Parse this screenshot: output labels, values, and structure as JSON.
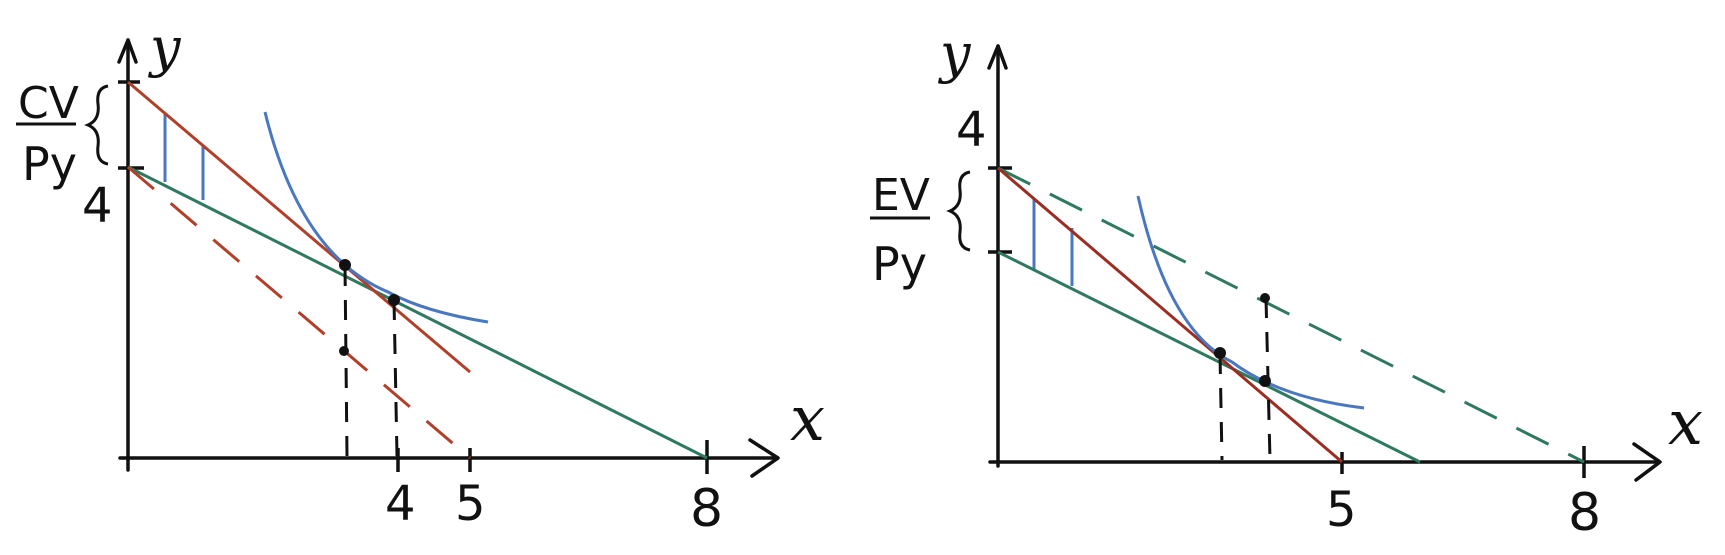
{
  "colors": {
    "axis": "#111111",
    "red_line": "#B0402A",
    "red_line_dark": "#9A2E22",
    "green_line": "#2F7A5E",
    "indifference_curve": "#4A78C0",
    "shading": "#4A78C0"
  },
  "left_panel": {
    "y_axis_label": "y",
    "x_axis_label": "x",
    "y_tick": "4",
    "x_ticks": [
      "4",
      "5",
      "8"
    ],
    "bracket_numerator": "CV",
    "bracket_denominator": "Py"
  },
  "right_panel": {
    "y_axis_label": "y",
    "x_axis_label": "x",
    "y_tick": "4",
    "x_ticks": [
      "5",
      "8"
    ],
    "bracket_numerator": "EV",
    "bracket_denominator": "Py"
  }
}
